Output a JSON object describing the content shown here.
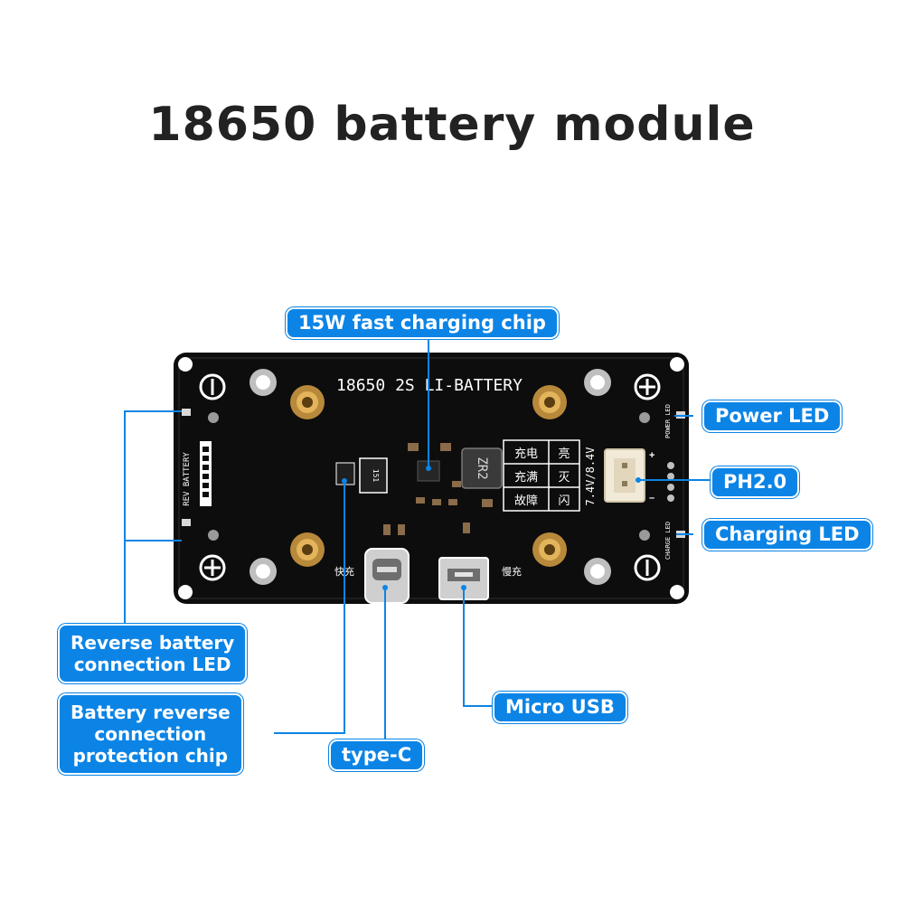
{
  "title": "18650 battery module",
  "board": {
    "silkscreen_title": "18650 2S LI-BATTERY",
    "voltage": "7.4V/8.4V",
    "chip_mark": "ZR2",
    "diode_mark": "151",
    "side_label": "REV BATTERY",
    "power_led_label": "POWER LED",
    "charge_led_label": "CHARGE LED",
    "status_table": [
      [
        "充电",
        "亮"
      ],
      [
        "充满",
        "灭"
      ],
      [
        "故障",
        "闪"
      ]
    ],
    "fast_label": "快充",
    "slow_label": "慢充"
  },
  "callouts": {
    "fast_chip": "15W fast charging chip",
    "power_led": "Power LED",
    "ph": "PH2.0",
    "charging_led": "Charging LED",
    "reverse_led": [
      "Reverse battery",
      "connection LED"
    ],
    "reverse_chip": [
      "Battery reverse",
      "connection",
      "protection chip"
    ],
    "micro_usb": "Micro USB",
    "type_c": "type-C"
  },
  "colors": {
    "accent": "#0b84e6",
    "board": "#0d0d0d",
    "title": "#222222"
  }
}
